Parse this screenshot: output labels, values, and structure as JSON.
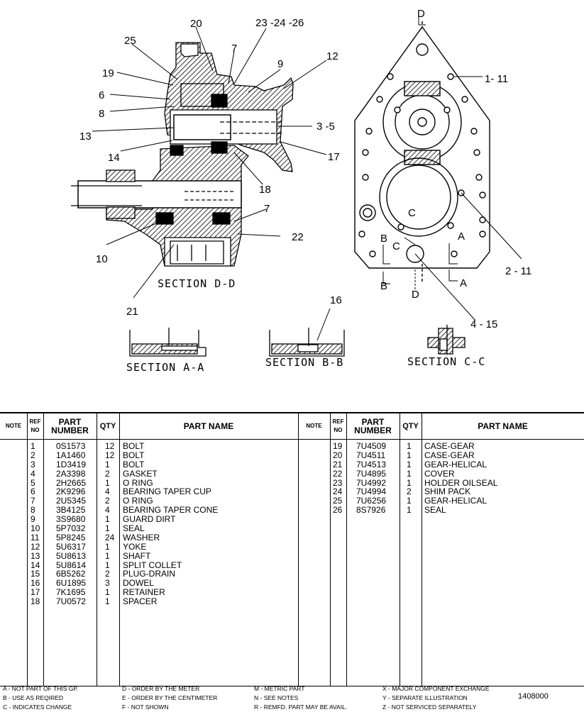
{
  "drawing": {
    "callouts": [
      "20",
      "23 -24 -26",
      "25",
      "7",
      "9",
      "12",
      "19",
      "6",
      "8",
      "13",
      "3 -5",
      "14",
      "17",
      "18",
      "7",
      "22",
      "10",
      "21",
      "1- 11",
      "2 - 11",
      "16",
      "4 - 15"
    ],
    "section_markers": [
      "D",
      "D",
      "B",
      "B",
      "A",
      "A",
      "C",
      "C"
    ],
    "section_labels": [
      "SECTION D-D",
      "SECTION A-A",
      "SECTION B-B",
      "SECTION C-C"
    ]
  },
  "table": {
    "headers": {
      "note": "NOTE",
      "ref": [
        "REF",
        "NO"
      ],
      "part": [
        "PART",
        "NUMBER"
      ],
      "qty": "QTY",
      "name": "PART NAME"
    },
    "left": [
      {
        "ref": "1",
        "part": "0S1573",
        "qty": "12",
        "name": "BOLT"
      },
      {
        "ref": "2",
        "part": "1A1460",
        "qty": "12",
        "name": "BOLT"
      },
      {
        "ref": "3",
        "part": "1D3419",
        "qty": "1",
        "name": "BOLT"
      },
      {
        "ref": "4",
        "part": "2A3398",
        "qty": "2",
        "name": "GASKET"
      },
      {
        "ref": "5",
        "part": "2H2665",
        "qty": "1",
        "name": "O RING"
      },
      {
        "ref": "6",
        "part": "2K9296",
        "qty": "4",
        "name": "BEARING TAPER CUP"
      },
      {
        "ref": "7",
        "part": "2U5345",
        "qty": "2",
        "name": "O RING"
      },
      {
        "ref": "8",
        "part": "3B4125",
        "qty": "4",
        "name": "BEARING TAPER CONE"
      },
      {
        "ref": "9",
        "part": "3S9680",
        "qty": "1",
        "name": "GUARD DIRT"
      },
      {
        "ref": "10",
        "part": "5P7032",
        "qty": "1",
        "name": "SEAL"
      },
      {
        "ref": "11",
        "part": "5P8245",
        "qty": "24",
        "name": "WASHER"
      },
      {
        "ref": "12",
        "part": "5U6317",
        "qty": "1",
        "name": "YOKE"
      },
      {
        "ref": "13",
        "part": "5U8613",
        "qty": "1",
        "name": "SHAFT"
      },
      {
        "ref": "14",
        "part": "5U8614",
        "qty": "1",
        "name": "SPLIT COLLET"
      },
      {
        "ref": "15",
        "part": "6B5262",
        "qty": "2",
        "name": "PLUG-DRAIN"
      },
      {
        "ref": "16",
        "part": "6U1895",
        "qty": "3",
        "name": "DOWEL"
      },
      {
        "ref": "17",
        "part": "7K1695",
        "qty": "1",
        "name": "RETAINER"
      },
      {
        "ref": "18",
        "part": "7U0572",
        "qty": "1",
        "name": "SPACER"
      }
    ],
    "right": [
      {
        "ref": "19",
        "part": "7U4509",
        "qty": "1",
        "name": "CASE-GEAR"
      },
      {
        "ref": "20",
        "part": "7U4511",
        "qty": "1",
        "name": "CASE-GEAR"
      },
      {
        "ref": "21",
        "part": "7U4513",
        "qty": "1",
        "name": "GEAR-HELICAL"
      },
      {
        "ref": "22",
        "part": "7U4895",
        "qty": "1",
        "name": "COVER"
      },
      {
        "ref": "23",
        "part": "7U4992",
        "qty": "1",
        "name": "HOLDER OILSEAL"
      },
      {
        "ref": "24",
        "part": "7U4994",
        "qty": "2",
        "name": "SHIM PACK"
      },
      {
        "ref": "25",
        "part": "7U6256",
        "qty": "1",
        "name": "GEAR-HELICAL"
      },
      {
        "ref": "26",
        "part": "8S7926",
        "qty": "1",
        "name": "SEAL"
      }
    ]
  },
  "legend": [
    [
      "A - NOT PART OF THIS GP.",
      "B - USE AS REQIRED",
      "C - INDICATES CHANGE"
    ],
    [
      "D - ORDER BY THE METER",
      "E - ORDER BY THE CENTIMETER",
      "F - NOT SHOWN"
    ],
    [
      "M - METRIC PART",
      "N - SEE NOTES",
      "R - REMFD. PART MAY BE AVAIL."
    ],
    [
      "X - MAJOR COMPONENT EXCHANGE",
      "Y - SEPARATE ILLUSTRATION",
      "Z - NOT SERVICED SEPARATELY"
    ]
  ],
  "doc_number": "1408000"
}
